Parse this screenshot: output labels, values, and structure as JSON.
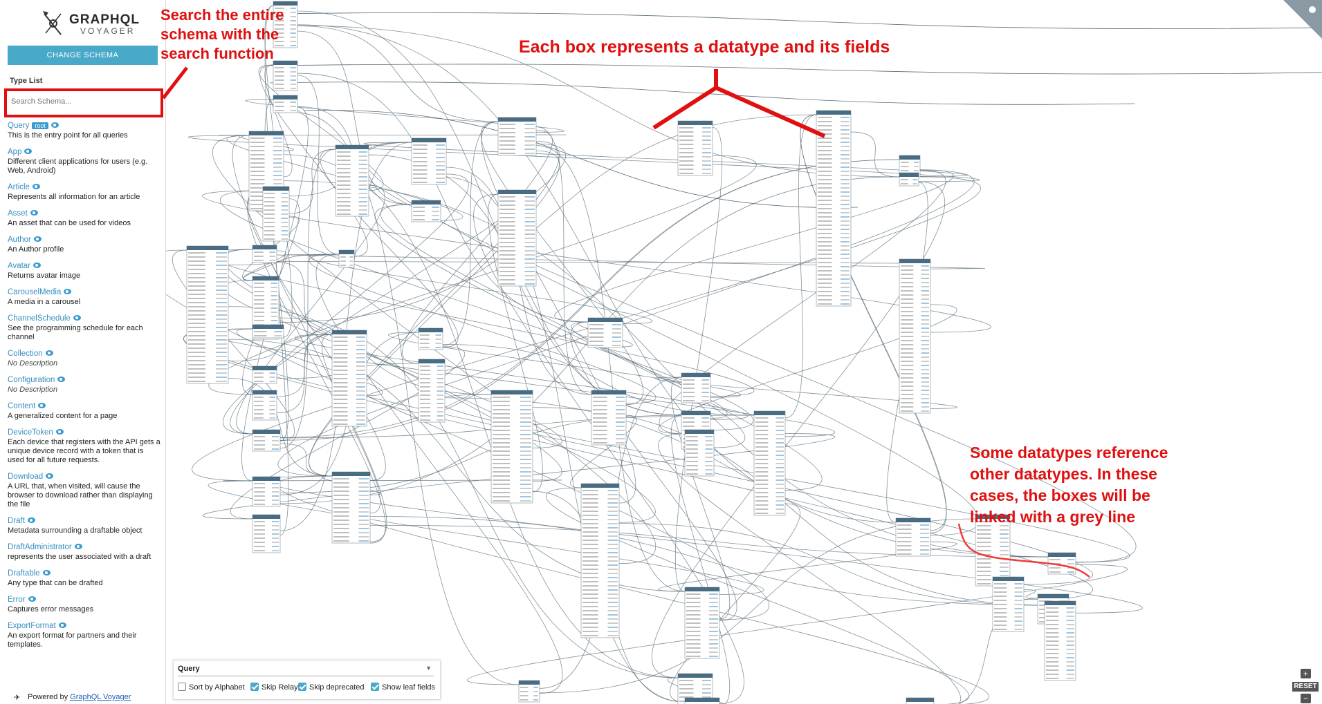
{
  "app": {
    "logo_title": "GRAPHQL",
    "logo_subtitle": "VOYAGER",
    "change_schema_label": "CHANGE SCHEMA",
    "type_list_label": "Type List",
    "search_placeholder": "Search Schema...",
    "accent_color": "#48a9c9",
    "powered_by_prefix": "Powered by",
    "powered_by_link": "GraphQL Voyager"
  },
  "types": [
    {
      "name": "Query",
      "badge": "root",
      "description": "This is the entry point for all queries"
    },
    {
      "name": "App",
      "badge": "",
      "description": "Different client applications for users (e.g. Web, Android)"
    },
    {
      "name": "Article",
      "badge": "",
      "description": "Represents all information for an article"
    },
    {
      "name": "Asset",
      "badge": "",
      "description": "An asset that can be used for videos"
    },
    {
      "name": "Author",
      "badge": "",
      "description": "An Author profile"
    },
    {
      "name": "Avatar",
      "badge": "",
      "description": "Returns avatar image"
    },
    {
      "name": "CarouselMedia",
      "badge": "",
      "description": "A media in a carousel"
    },
    {
      "name": "ChannelSchedule",
      "badge": "",
      "description": "See the programming schedule for each channel"
    },
    {
      "name": "Collection",
      "badge": "",
      "description": "No Description"
    },
    {
      "name": "Configuration",
      "badge": "",
      "description": "No Description"
    },
    {
      "name": "Content",
      "badge": "",
      "description": "A generalized content for a page"
    },
    {
      "name": "DeviceToken",
      "badge": "",
      "description": "Each device that registers with the API gets a unique device record with a token that is used for all future requests."
    },
    {
      "name": "Download",
      "badge": "",
      "description": "A URL that, when visited, will cause the browser to download rather than displaying the file"
    },
    {
      "name": "Draft",
      "badge": "",
      "description": "Metadata surrounding a draftable object"
    },
    {
      "name": "DraftAdministrator",
      "badge": "",
      "description": "represents the user associated with a draft"
    },
    {
      "name": "Draftable",
      "badge": "",
      "description": "Any type that can be drafted"
    },
    {
      "name": "Error",
      "badge": "",
      "description": "Captures error messages"
    },
    {
      "name": "ExportFormat",
      "badge": "",
      "description": "An export format for partners and their templates."
    }
  ],
  "settings": {
    "root_type": "Query",
    "sort_by_alphabet": {
      "label": "Sort by Alphabet",
      "checked": false
    },
    "skip_relay": {
      "label": "Skip Relay",
      "checked": true
    },
    "skip_deprecated": {
      "label": "Skip deprecated",
      "checked": true
    },
    "show_leaf_fields": {
      "label": "Show leaf fields",
      "checked": true
    }
  },
  "controls": {
    "zoom_in": "+",
    "reset": "RESET",
    "zoom_out": "−"
  },
  "annotations": {
    "search": "Search the entire schema with the search function",
    "search_lines": [
      "Search the entire",
      "schema with the",
      "search function"
    ],
    "boxes": "Each box represents a datatype and its fields",
    "links": "Some datatypes reference other datatypes. In these cases, the boxes will be linked with a grey line",
    "links_lines": [
      "Some datatypes reference",
      "other datatypes. In these",
      "cases, the boxes will be",
      "linked with a grey line"
    ],
    "color": "#e01010"
  },
  "graph": {
    "node_header_color": "#4a6c82",
    "edge_color": "#5b6e7a"
  }
}
